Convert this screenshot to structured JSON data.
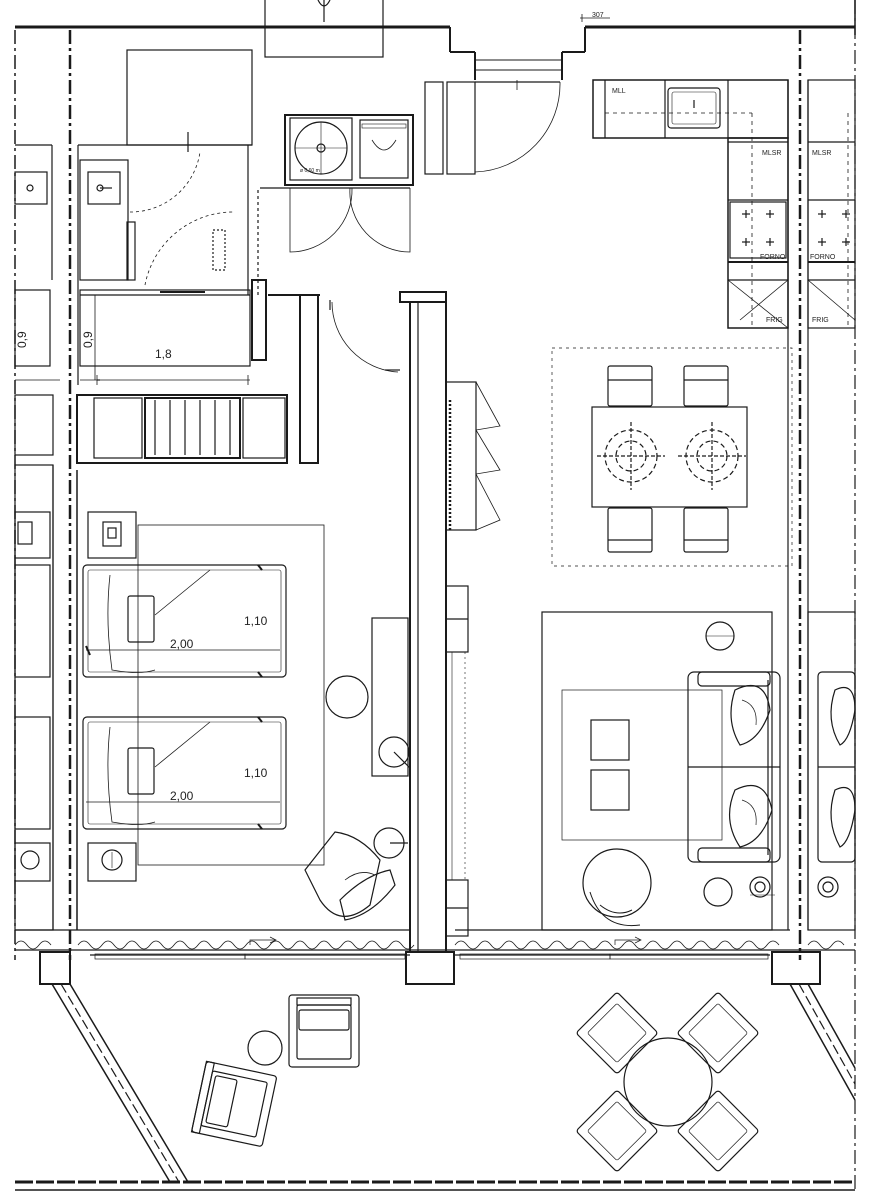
{
  "dimensions": {
    "bath_depth": "0,9",
    "bath_depth_neighbor": "0,9",
    "bath_width": "1,8",
    "bed_length_1": "2,00",
    "bed_width_1": "1,10",
    "bed_length_2": "2,00",
    "bed_width_2": "1,10",
    "door_ref": "307"
  },
  "kitchen_labels": {
    "sink": "MLL",
    "dishwasher": "MLSR",
    "dishwasher_neighbor": "MLSR",
    "oven": "FORNO",
    "oven_neighbor": "FORNO",
    "fridge": "FRIG",
    "fridge_neighbor": "FRIG"
  },
  "appliance_label": "ø 0,60 m"
}
